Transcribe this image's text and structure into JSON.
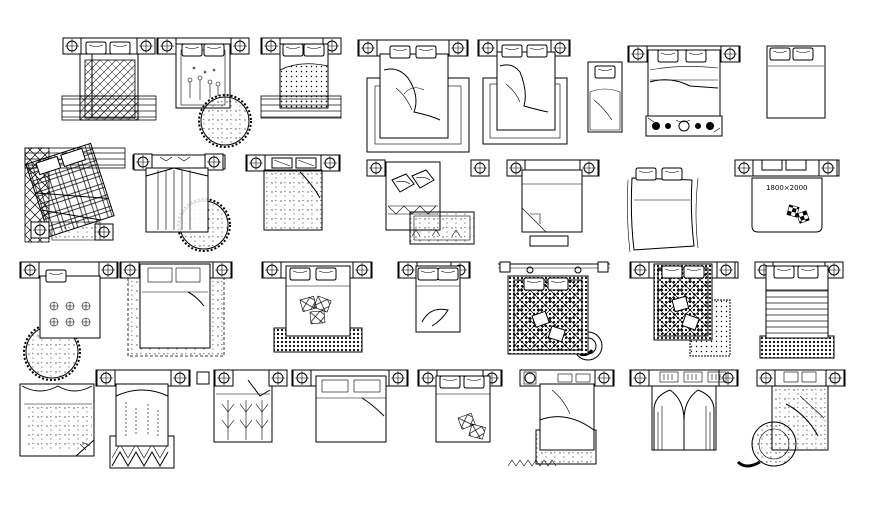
{
  "drawing": {
    "size_label": "1800×2000"
  },
  "rows": [
    {
      "name": "row-1",
      "count": 8
    },
    {
      "name": "row-2",
      "count": 7
    },
    {
      "name": "row-3",
      "count": 7
    },
    {
      "name": "row-4",
      "count": 8
    }
  ]
}
